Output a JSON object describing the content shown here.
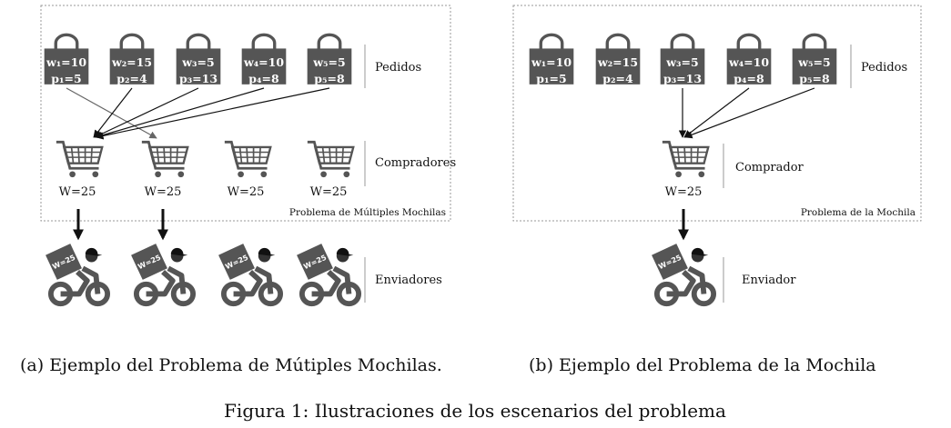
{
  "panel_a": {
    "orders": [
      {
        "w": "w₁=10",
        "p": "p₁=5"
      },
      {
        "w": "w₂=15",
        "p": "p₂=4"
      },
      {
        "w": "w₃=5",
        "p": "p₃=13"
      },
      {
        "w": "w₄=10",
        "p": "p₄=8"
      },
      {
        "w": "w₅=5",
        "p": "p₅=8"
      }
    ],
    "orders_label": "Pedidos",
    "buyers": [
      "W=25",
      "W=25",
      "W=25",
      "W=25"
    ],
    "buyers_label": "Compradores",
    "box_label": "Problema de Múltiples Mochilas",
    "courier_box_text": "W=25",
    "couriers_label": "Enviadores",
    "caption": "(a) Ejemplo del Problema de Mútiples Mochilas."
  },
  "panel_b": {
    "orders": [
      {
        "w": "w₁=10",
        "p": "p₁=5"
      },
      {
        "w": "w₂=15",
        "p": "p₂=4"
      },
      {
        "w": "w₃=5",
        "p": "p₃=13"
      },
      {
        "w": "w₄=10",
        "p": "p₄=8"
      },
      {
        "w": "w₅=5",
        "p": "p₅=8"
      }
    ],
    "orders_label": "Pedidos",
    "buyer": "W=25",
    "buyer_label": "Comprador",
    "box_label": "Problema de la Mochila",
    "courier_box_text": "W=25",
    "courier_label": "Enviador",
    "caption": "(b) Ejemplo del Problema de la Mochila"
  },
  "figure_caption": "Figura 1: Ilustraciones de los escenarios del problema",
  "colors": {
    "icon": "#555555",
    "text": "#111111",
    "dash": "#999999"
  }
}
